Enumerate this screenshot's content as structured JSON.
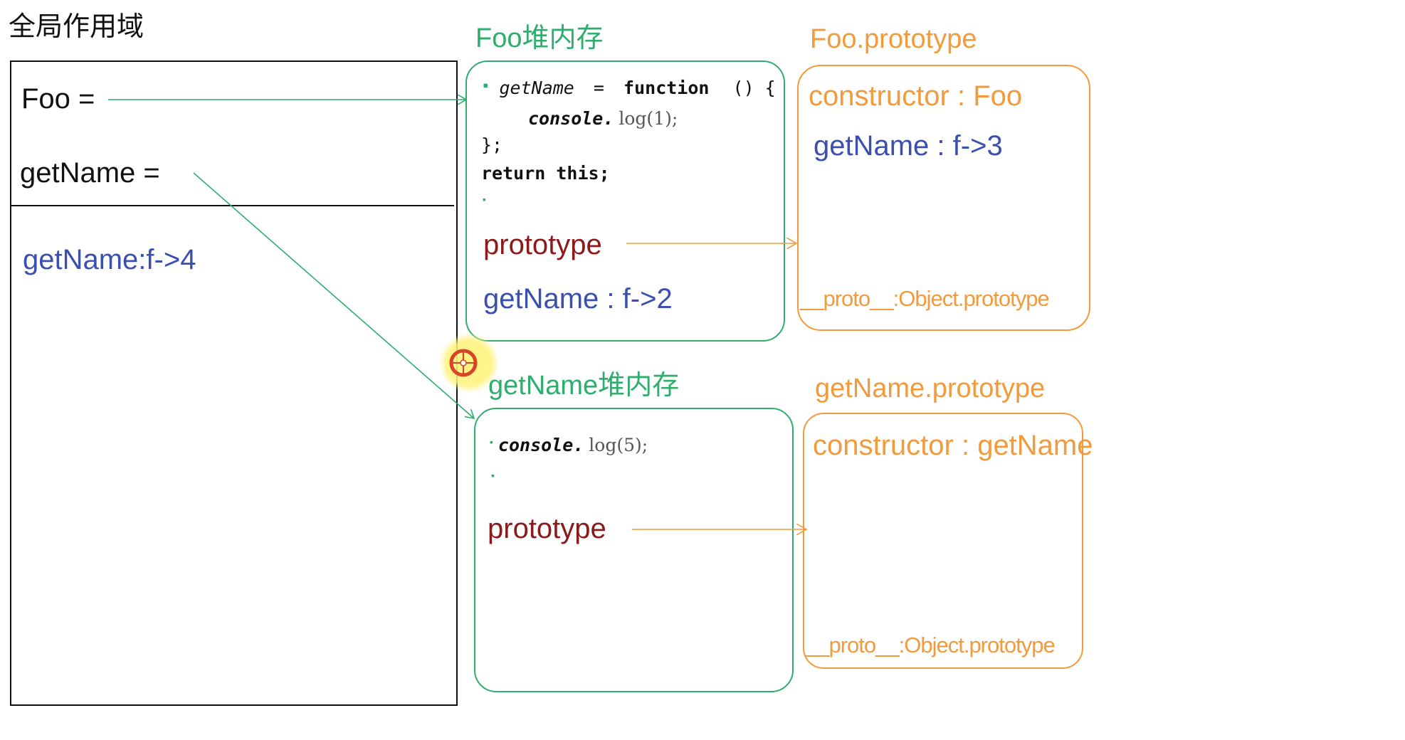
{
  "global_scope": {
    "title": "全局作用域",
    "foo_label": "Foo =",
    "getname_label": "getName =",
    "getname_value": "getName:f->4"
  },
  "foo_heap": {
    "title": "Foo堆内存",
    "code_line1_var": "getName",
    "code_line1_eq": "=",
    "code_line1_kw": "function",
    "code_line1_rest": "() {",
    "code_line2_obj": "console.",
    "code_line2_fn": "log(1);",
    "code_line3": "};",
    "code_line4": "return this;",
    "prototype_label": "prototype",
    "getname_prop": "getName : f->2"
  },
  "foo_prototype": {
    "title": "Foo.prototype",
    "constructor": "constructor : Foo",
    "getname_prop": "getName : f->3",
    "proto": "__proto__:Object.prototype"
  },
  "getname_heap": {
    "title": "getName堆内存",
    "code_obj": "console.",
    "code_fn": "log(5);",
    "prototype_label": "prototype"
  },
  "getname_prototype": {
    "title": "getName.prototype",
    "constructor": "constructor : getName",
    "proto": "__proto__:Object.prototype"
  },
  "colors": {
    "green": "#2eae6c",
    "orange": "#f39a3c",
    "blue": "#3a4fb0",
    "maroon": "#8b1a1a",
    "black": "#111111",
    "cursor_yellow": "#fff27a",
    "cursor_red": "#d6452a"
  }
}
